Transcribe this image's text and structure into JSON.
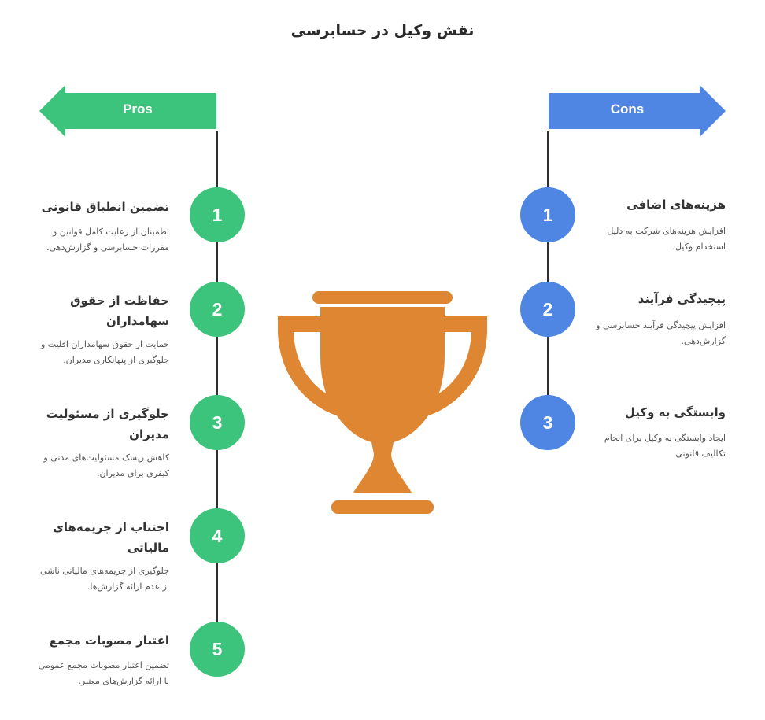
{
  "title": "نقش وکیل در حسابرسی",
  "colors": {
    "pros": "#3cc47c",
    "cons": "#4f86e3",
    "trophy": "#df8632",
    "line": "#2f2f2f"
  },
  "icons": {
    "pros_banner": "arrow-left-banner",
    "cons_banner": "arrow-right-banner",
    "center": "trophy-icon"
  },
  "pros": {
    "label": "Pros",
    "items": [
      {
        "number": "1",
        "title": "تضمین انطباق قانونی",
        "desc": "اطمینان از رعایت کامل قوانین و مقررات حسابرسی و گزارش‌دهی."
      },
      {
        "number": "2",
        "title": "حفاظت از حقوق سهامداران",
        "desc": "حمایت از حقوق سهامداران اقلیت و جلوگیری از پنهانکاری مدیران."
      },
      {
        "number": "3",
        "title": "جلوگیری از مسئولیت مدیران",
        "desc": "کاهش ریسک مسئولیت‌های مدنی و کیفری برای مدیران."
      },
      {
        "number": "4",
        "title": "اجتناب از جریمه‌های مالیاتی",
        "desc": "جلوگیری از جریمه‌های مالیاتی ناشی از عدم ارائه گزارش‌ها."
      },
      {
        "number": "5",
        "title": "اعتبار مصوبات مجمع",
        "desc": "تضمین اعتبار مصوبات مجمع عمومی با ارائه گزارش‌های معتبر."
      }
    ]
  },
  "cons": {
    "label": "Cons",
    "items": [
      {
        "number": "1",
        "title": "هزینه‌های اضافی",
        "desc": "افزایش هزینه‌های شرکت به دلیل استخدام وکیل."
      },
      {
        "number": "2",
        "title": "پیچیدگی فرآیند",
        "desc": "افزایش پیچیدگی فرآیند حسابرسی و گزارش‌دهی."
      },
      {
        "number": "3",
        "title": "وابستگی به وکیل",
        "desc": "ایجاد وابستگی به وکیل برای انجام تکالیف قانونی."
      }
    ]
  }
}
